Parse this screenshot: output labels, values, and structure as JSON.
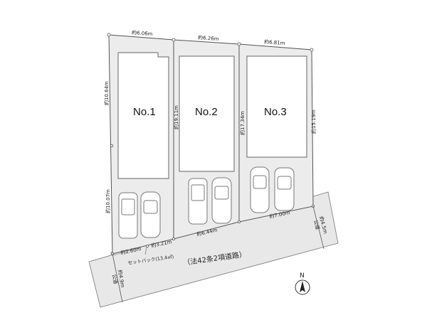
{
  "lots": [
    {
      "id": "No.1",
      "frontage_top": "約6.06m",
      "side_left_upper": "約10.64m",
      "side_left_lower": "約10.07m",
      "road_frontage": [
        "約2.60m",
        "約3.21m"
      ]
    },
    {
      "id": "No.2",
      "frontage_top": "約6.26m",
      "side_left": "約19.11m",
      "road_frontage": "約6.44m"
    },
    {
      "id": "No.3",
      "frontage_top": "約6.81m",
      "side_left": "約17.34m",
      "side_right": "約15.19m",
      "road_frontage": "約7.00m"
    }
  ],
  "road": {
    "label": "（法42条2項道路）",
    "setback_label": "セットバック(13.4㎡)",
    "left_width": "約4.9m",
    "left_width_type": "公道",
    "right_width": "約4.5m",
    "right_width_type": "公道"
  },
  "compass": {
    "label": "N"
  },
  "colors": {
    "lot_fill": "#ececec",
    "building_fill": "#ffffff",
    "road_fill": "#e8e8e8",
    "line": "#555555"
  }
}
